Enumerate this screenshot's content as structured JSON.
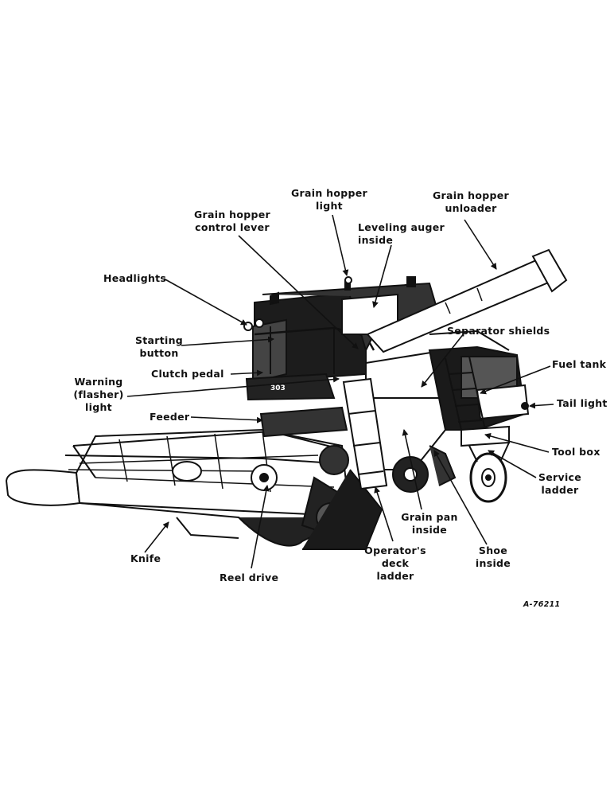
{
  "labels": {
    "grain_hopper_light": [
      "Grain hopper",
      "light"
    ],
    "grain_hopper_unloader": [
      "Grain hopper",
      "unloader"
    ],
    "grain_hopper_control_lever": [
      "Grain hopper",
      "control lever"
    ],
    "leveling_auger": [
      "Leveling auger",
      "inside"
    ],
    "headlights": [
      "Headlights"
    ],
    "starting_button": [
      "Starting",
      "button"
    ],
    "separator_shields": [
      "Separator shields"
    ],
    "clutch_pedal": [
      "Clutch pedal"
    ],
    "fuel_tank": [
      "Fuel tank"
    ],
    "warning_flasher_light": [
      "Warning",
      "(flasher)",
      "light"
    ],
    "tail_light": [
      "Tail light"
    ],
    "feeder": [
      "Feeder"
    ],
    "tool_box": [
      "Tool box"
    ],
    "service_ladder": [
      "Service",
      "ladder"
    ],
    "grain_pan": [
      "Grain pan",
      "inside"
    ],
    "shoe": [
      "Shoe",
      "inside"
    ],
    "operators_deck_ladder": [
      "Operator's",
      "deck",
      "ladder"
    ],
    "knife": [
      "Knife"
    ],
    "reel_drive": [
      "Reel drive"
    ]
  },
  "figure_ref": "A-76211",
  "machine_badge": "303"
}
